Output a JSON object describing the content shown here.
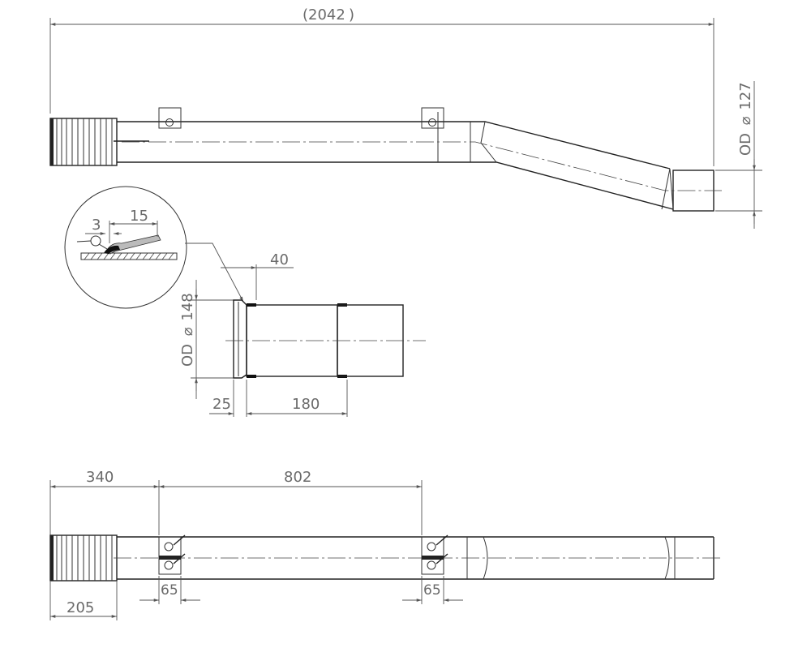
{
  "dimensions": {
    "overall_length": "2042",
    "outlet_od": "127",
    "inlet_od": "148",
    "od_prefix": "OD",
    "diameter_symbol": "⌀",
    "weld_gap": "3",
    "weld_length": "15",
    "detail_offset": "40",
    "flare_length": "25",
    "inlet_length": "180",
    "first_bracket_pos": "340",
    "bracket_spacing": "802",
    "bellows_length": "205",
    "bracket_width_left": "65",
    "bracket_width_right": "65"
  }
}
